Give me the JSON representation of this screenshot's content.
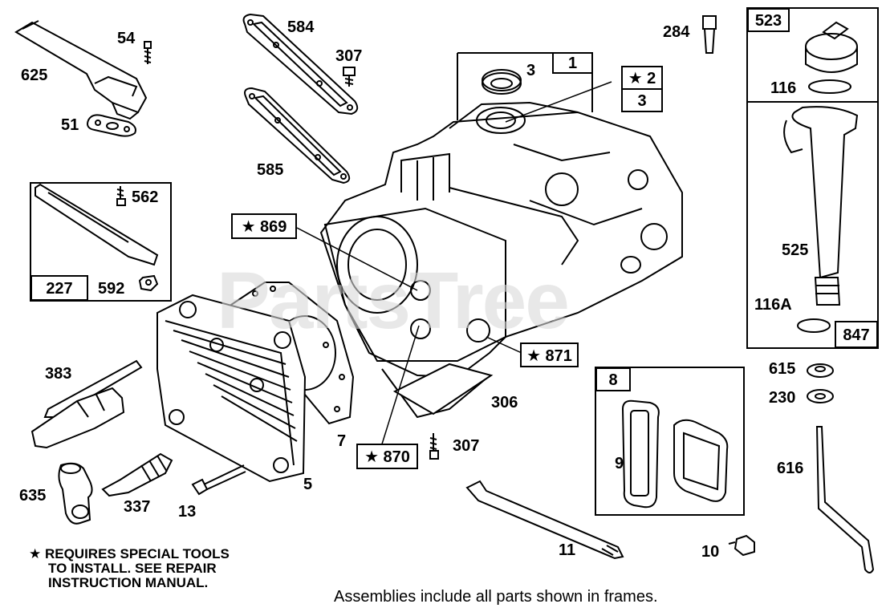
{
  "watermark": "PartsTree",
  "callouts": {
    "c625": "625",
    "c54": "54",
    "c51": "51",
    "c584": "584",
    "c307a": "307",
    "c585": "585",
    "c3a": "3",
    "c1": "1",
    "c2": "★ 2",
    "c3b": "3",
    "c284": "284",
    "c523": "523",
    "c116": "116",
    "c562": "562",
    "c227": "227",
    "c592": "592",
    "c869": "★ 869",
    "c525": "525",
    "c116a": "116A",
    "c847": "847",
    "c871": "★ 871",
    "c383": "383",
    "c306": "306",
    "c8": "8",
    "c615": "615",
    "c230": "230",
    "c7": "7",
    "c307b": "307",
    "c870": "★ 870",
    "c9": "9",
    "c616": "616",
    "c5": "5",
    "c635": "635",
    "c337": "337",
    "c13": "13",
    "c11": "11",
    "c10": "10"
  },
  "note": {
    "line1": "★ REQUIRES SPECIAL TOOLS",
    "line2": "TO INSTALL.  SEE REPAIR",
    "line3": "INSTRUCTION MANUAL."
  },
  "footer": "Assemblies include all parts shown in frames."
}
